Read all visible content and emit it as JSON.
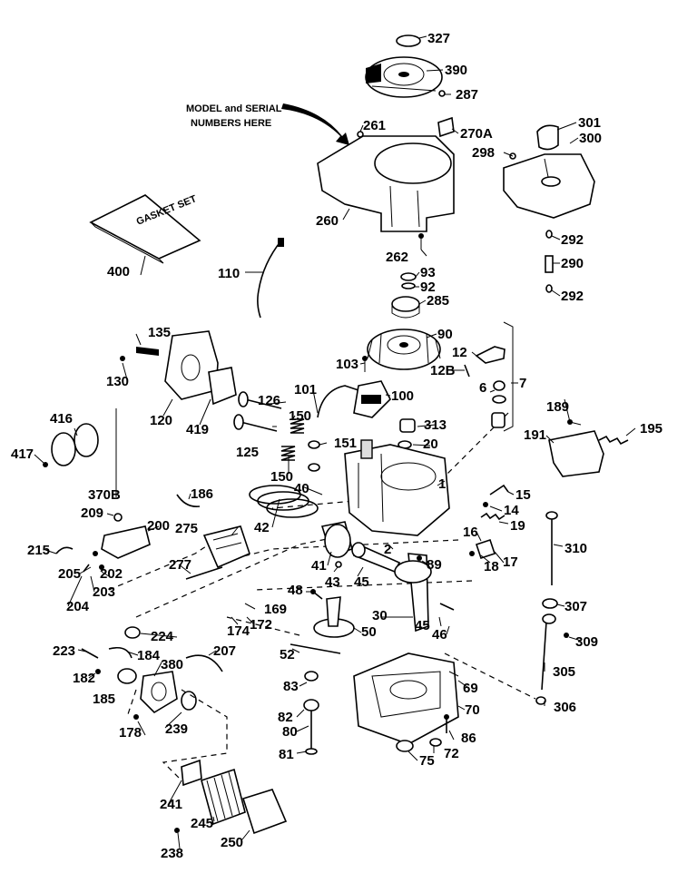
{
  "note": {
    "line1": "MODEL and SERIAL",
    "line2": "NUMBERS HERE"
  },
  "gasket_set_text": "GASKET SET",
  "part_labels": [
    "327",
    "390",
    "287",
    "261",
    "270A",
    "301",
    "300",
    "298",
    "260",
    "262",
    "292",
    "290",
    "292",
    "400",
    "110",
    "93",
    "92",
    "285",
    "90",
    "12",
    "12B",
    "7",
    "6",
    "103",
    "135",
    "130",
    "120",
    "419",
    "101",
    "100",
    "126",
    "150",
    "313",
    "20",
    "151",
    "125",
    "150",
    "40",
    "1",
    "189",
    "191",
    "195",
    "416",
    "417",
    "186",
    "370B",
    "209",
    "200",
    "275",
    "42",
    "15",
    "14",
    "19",
    "16",
    "17",
    "18",
    "310",
    "215",
    "205",
    "202",
    "204",
    "203",
    "277",
    "2",
    "89",
    "41",
    "43",
    "45",
    "169",
    "48",
    "30",
    "307",
    "174",
    "172",
    "45",
    "46",
    "50",
    "224",
    "207",
    "309",
    "52",
    "223",
    "184",
    "380",
    "182",
    "185",
    "305",
    "83",
    "69",
    "306",
    "82",
    "70",
    "80",
    "86",
    "178",
    "239",
    "72",
    "81",
    "75",
    "241",
    "245",
    "250",
    "238"
  ]
}
